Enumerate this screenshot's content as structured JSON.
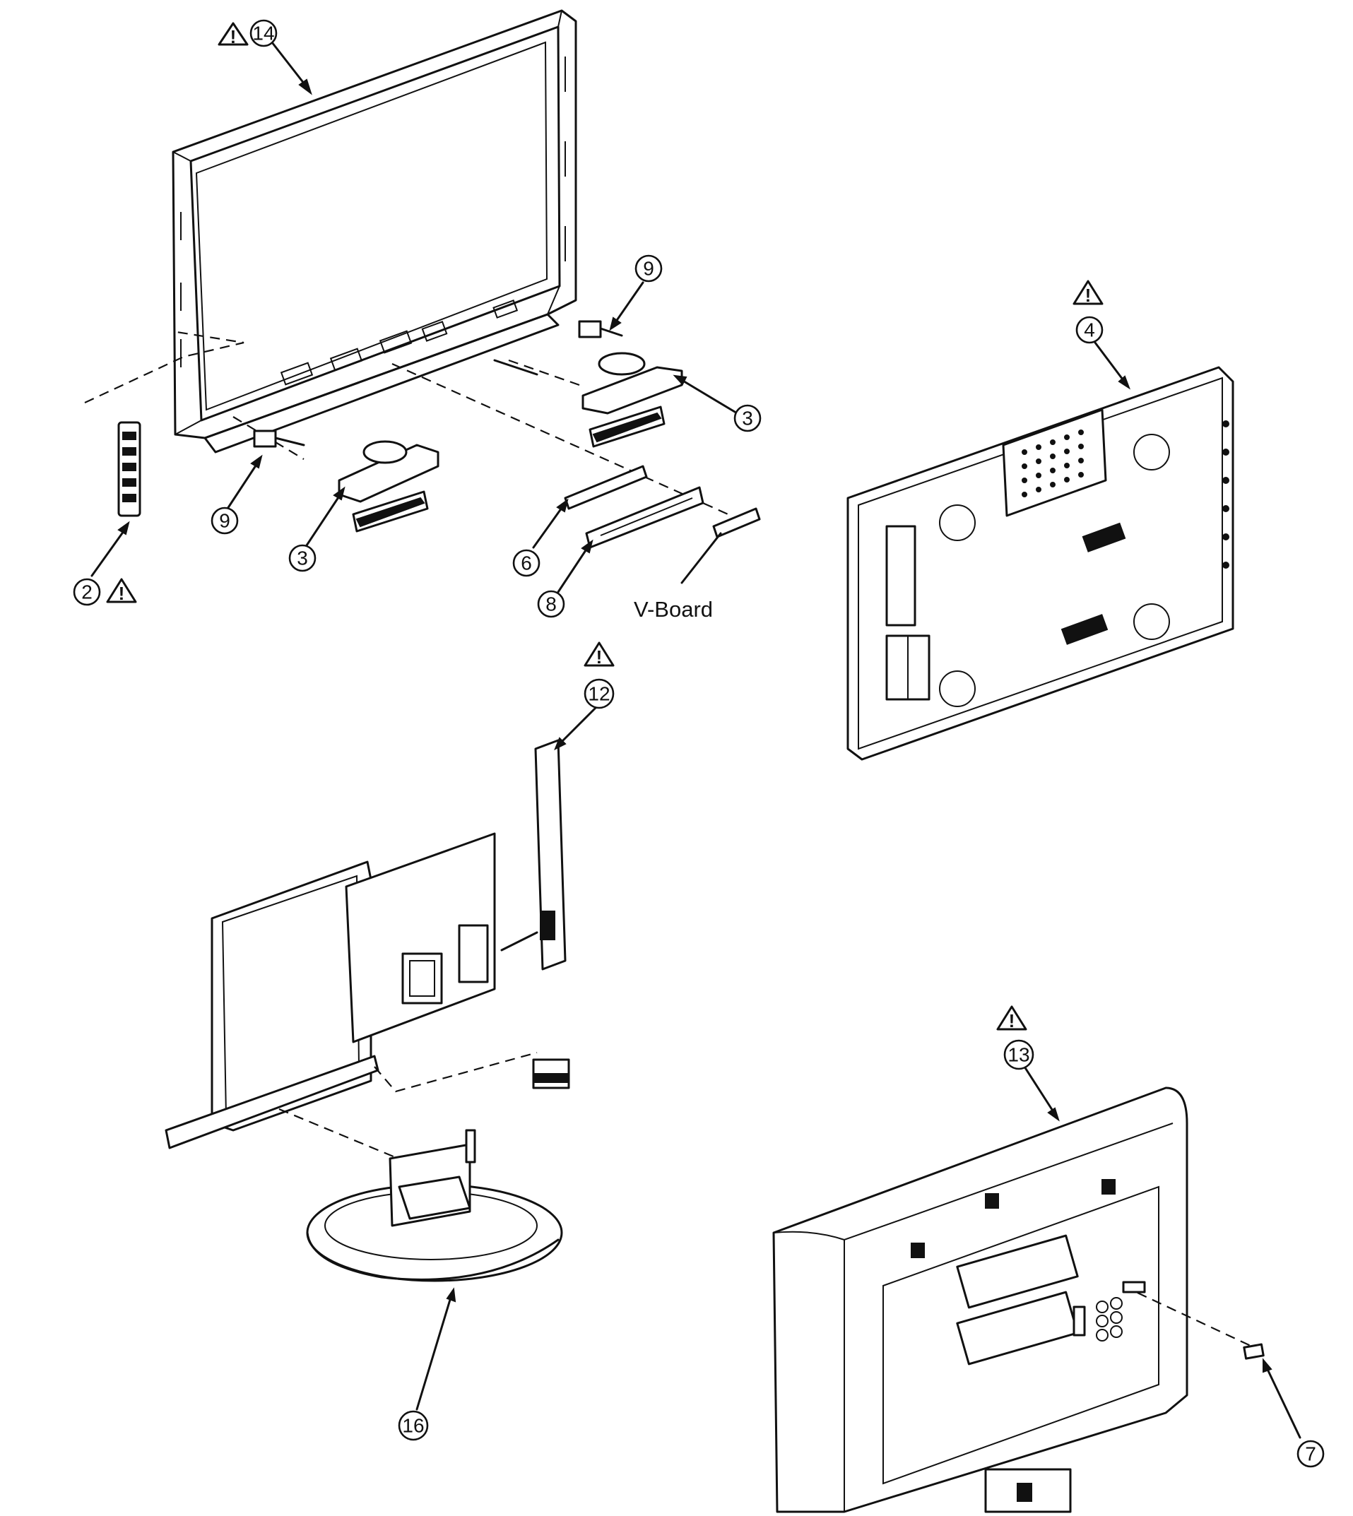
{
  "diagram": {
    "callouts": {
      "c14": "14",
      "c9a": "9",
      "c3a": "3",
      "c9b": "9",
      "c3b": "3",
      "c2": "2",
      "c6": "6",
      "c8": "8",
      "c4": "4",
      "c12": "12",
      "c13": "13",
      "c16": "16",
      "c7": "7"
    },
    "labels": {
      "v_board": "V-Board"
    },
    "warning_symbol": "!"
  }
}
